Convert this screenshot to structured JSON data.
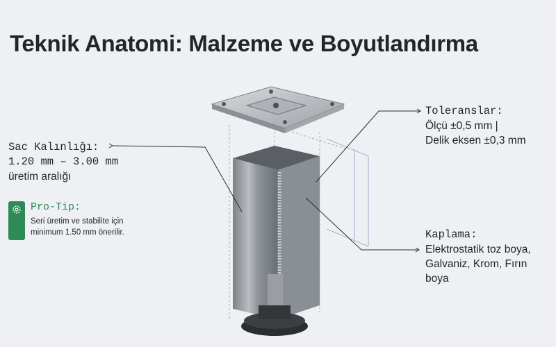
{
  "title": "Teknik Anatomi: Malzeme ve Boyutlandırma",
  "thickness": {
    "heading": "Sac Kalınlığı:",
    "range": "1.20 mm – 3.00 mm",
    "note": "üretim aralığı"
  },
  "pro_tip": {
    "icon": "gear-icon",
    "heading": "Pro-Tip:",
    "line1": "Seri üretim ve stabilite için",
    "line2": "minimum 1.50 mm önerilir.",
    "color": "#2e8a57"
  },
  "tolerances": {
    "heading": "Toleranslar:",
    "line1": "Ölçü ±0,5 mm |",
    "line2": "Delik eksen ±0,3 mm"
  },
  "coating": {
    "heading": "Kaplama:",
    "line1": "Elektrostatik toz boya,",
    "line2": "Galvaniz, Krom, Fırın",
    "line3": "boya"
  }
}
